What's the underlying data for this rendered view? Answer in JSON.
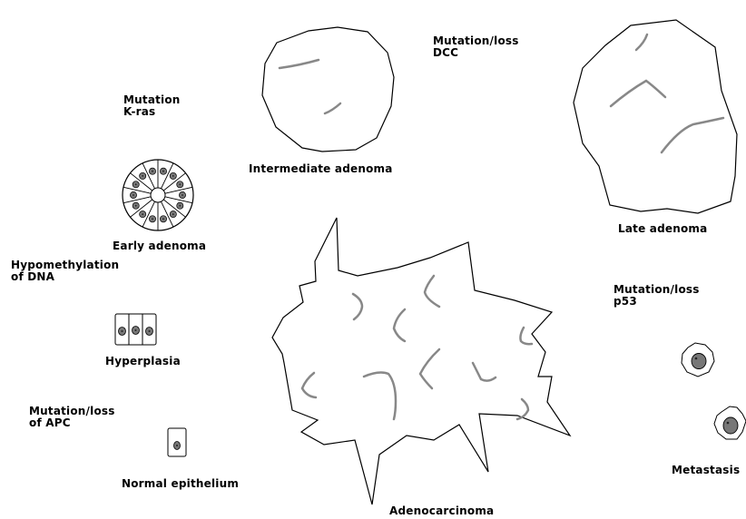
{
  "mutations": {
    "apc": [
      "Mutation/loss",
      "of APC"
    ],
    "dna": [
      "Hypomethylation",
      "of DNA"
    ],
    "kras": [
      "Mutation",
      "K-ras"
    ],
    "dcc": [
      "Mutation/loss",
      "DCC"
    ],
    "p53": [
      "Mutation/loss",
      "p53"
    ]
  },
  "stages": {
    "normal": "Normal epithelium",
    "hyperplasia": "Hyperplasia",
    "early": "Early adenoma",
    "intermediate": "Intermediate adenoma",
    "late": "Late adenoma",
    "adenocarcinoma": "Adenocarcinoma",
    "metastasis": "Metastasis"
  },
  "colors": {
    "outline": "#000000",
    "fold": "#888888",
    "nucleus": "#777777",
    "dot": "#222222"
  }
}
